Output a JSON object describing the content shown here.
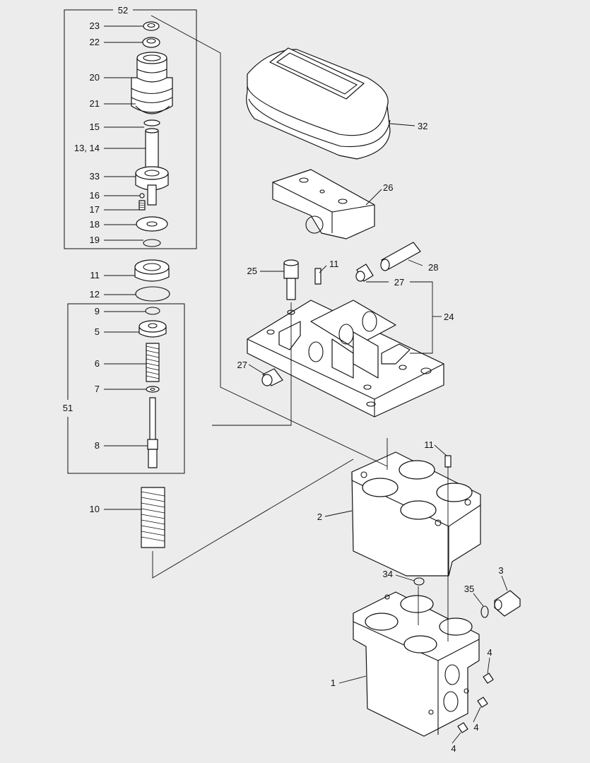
{
  "labels": {
    "p52": "52",
    "p23": "23",
    "p22": "22",
    "p20": "20",
    "p21": "21",
    "p15": "15",
    "p13_14": "13, 14",
    "p33": "33",
    "p16": "16",
    "p17": "17",
    "p18": "18",
    "p19": "19",
    "p11a": "11",
    "p12": "12",
    "p9": "9",
    "p5": "5",
    "p6": "6",
    "p7": "7",
    "p51": "51",
    "p8": "8",
    "p10": "10",
    "p32": "32",
    "p26": "26",
    "p25": "25",
    "p11b": "11",
    "p28": "28",
    "p27a": "27",
    "p24": "24",
    "p27b": "27",
    "p11c": "11",
    "p2": "2",
    "p34": "34",
    "p3": "3",
    "p35": "35",
    "p1": "1",
    "p4a": "4",
    "p4b": "4",
    "p4c": "4"
  }
}
